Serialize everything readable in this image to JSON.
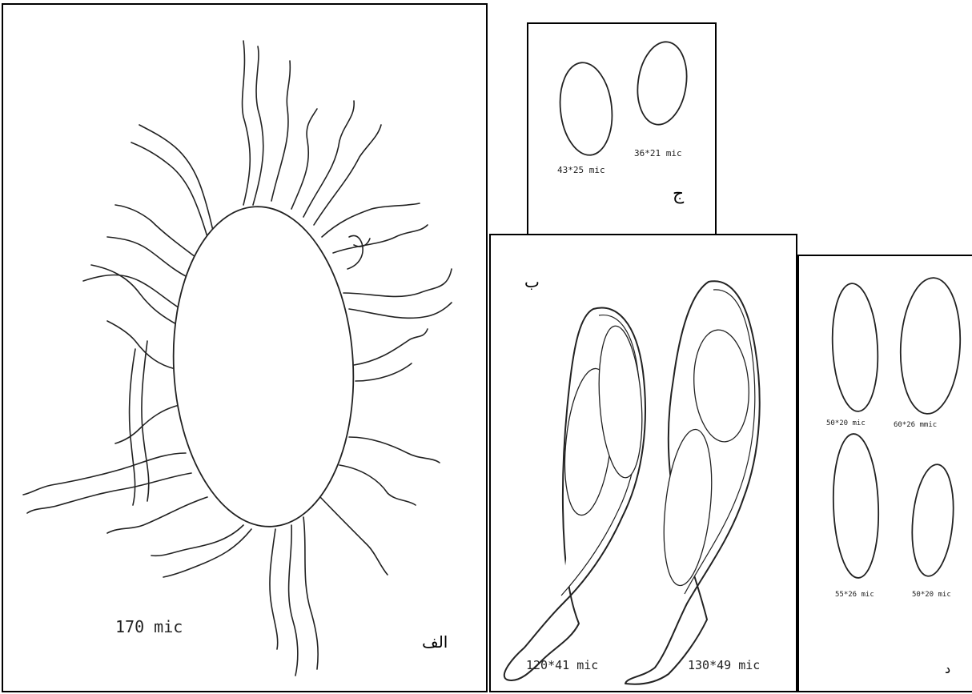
{
  "panels": {
    "a": {
      "label": "الف",
      "measurements": [
        "170 mic"
      ]
    },
    "b": {
      "label": "ب",
      "measurements": [
        "120*41 mic",
        "130*49 mic"
      ]
    },
    "c": {
      "label": "ج",
      "measurements": [
        "43*25 mic",
        "36*21 mic"
      ]
    },
    "d": {
      "label": "د",
      "measurements": [
        "50*20 mic",
        "60*26 mmic",
        "55*26 mic",
        "50*20 mic"
      ]
    }
  }
}
